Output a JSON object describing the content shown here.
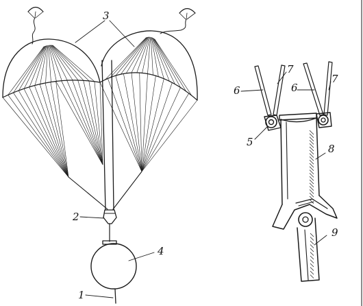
{
  "labels": {
    "l1": "1",
    "l2": "2",
    "l3": "3",
    "l4": "4",
    "l5": "5",
    "l6a": "6",
    "l6b": "6",
    "l7a": "7",
    "l7b": "7",
    "l8": "8",
    "l9": "9"
  }
}
